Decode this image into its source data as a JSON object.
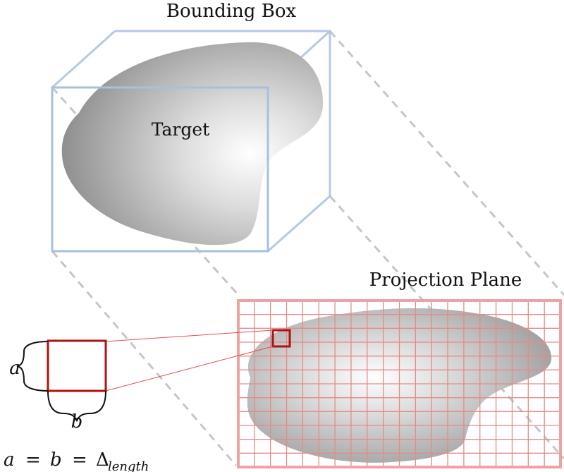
{
  "labels": {
    "bounding_box": "Bounding Box",
    "target": "Target",
    "projection_plane": "Projection Plane",
    "side_a": "a",
    "side_b": "b",
    "eq_a": "a",
    "eq_eq1": "=",
    "eq_b": "b",
    "eq_eq2": "=",
    "eq_delta": "Δ",
    "eq_sub": "length"
  },
  "colors": {
    "box_edge": "#a9bfe0",
    "dashed_projection": "#c6c6c6",
    "grid_line": "#e58a8a",
    "highlight_cell": "#b01010",
    "leader_line": "#e05050",
    "text": "#111111"
  },
  "grid": {
    "columns": 20,
    "rows": 12
  },
  "icons": {
    "target_shape": "blob-shape",
    "bracket": "curly-bracket"
  }
}
